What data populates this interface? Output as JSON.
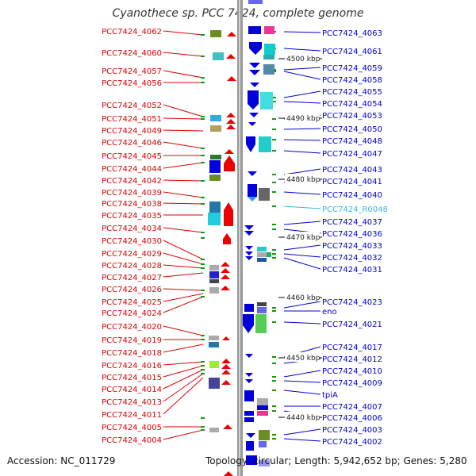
{
  "title": "Cyanothece sp. PCC 7424, complete genome",
  "footer": {
    "accession": "Accession: NC_011729",
    "summary": "Topology: circular; Length: 5,942,652 bp; Genes: 5,280"
  },
  "colors": {
    "left_label": "#dd0000",
    "right_label": "#0000cc",
    "rna_label": "#33bbdd",
    "axis": "#999999",
    "tick": "#119911"
  },
  "scale_labels": [
    "4500 kbp",
    "4490 kbp",
    "4480 kbp",
    "4470 kbp",
    "4460 kbp",
    "4450 kbp",
    "4440 kbp"
  ],
  "left_labels": [
    "PCC7424_4062",
    "PCC7424_4060",
    "PCC7424_4057",
    "PCC7424_4056",
    "PCC7424_4052",
    "PCC7424_4051",
    "PCC7424_4049",
    "PCC7424_4046",
    "PCC7424_4045",
    "PCC7424_4044",
    "PCC7424_4042",
    "PCC7424_4039",
    "PCC7424_4038",
    "PCC7424_4035",
    "PCC7424_4034",
    "PCC7424_4030",
    "PCC7424_4029",
    "PCC7424_4028",
    "PCC7424_4027",
    "PCC7424_4026",
    "PCC7424_4025",
    "PCC7424_4024",
    "PCC7424_4020",
    "PCC7424_4019",
    "PCC7424_4018",
    "PCC7424_4016",
    "PCC7424_4015",
    "PCC7424_4014",
    "PCC7424_4013",
    "PCC7424_4011",
    "PCC7424_4005",
    "PCC7424_4004"
  ],
  "right_labels": [
    "PCC7424_4063",
    "PCC7424_4061",
    "PCC7424_4059",
    "PCC7424_4058",
    "PCC7424_4055",
    "PCC7424_4054",
    "PCC7424_4053",
    "PCC7424_4050",
    "PCC7424_4048",
    "PCC7424_4047",
    "PCC7424_4043",
    "PCC7424_4041",
    "PCC7424_4040",
    "PCC7424_R0048",
    "PCC7424_4037",
    "PCC7424_4036",
    "PCC7424_4033",
    "PCC7424_4032",
    "PCC7424_4031",
    "PCC7424_4023",
    "eno",
    "PCC7424_4021",
    "PCC7424_4017",
    "PCC7424_4012",
    "PCC7424_4010",
    "PCC7424_4009",
    "tpiA",
    "PCC7424_4007",
    "PCC7424_4006",
    "PCC7424_4003",
    "PCC7424_4002"
  ],
  "rna_genes": [
    "PCC7424_R0048"
  ]
}
